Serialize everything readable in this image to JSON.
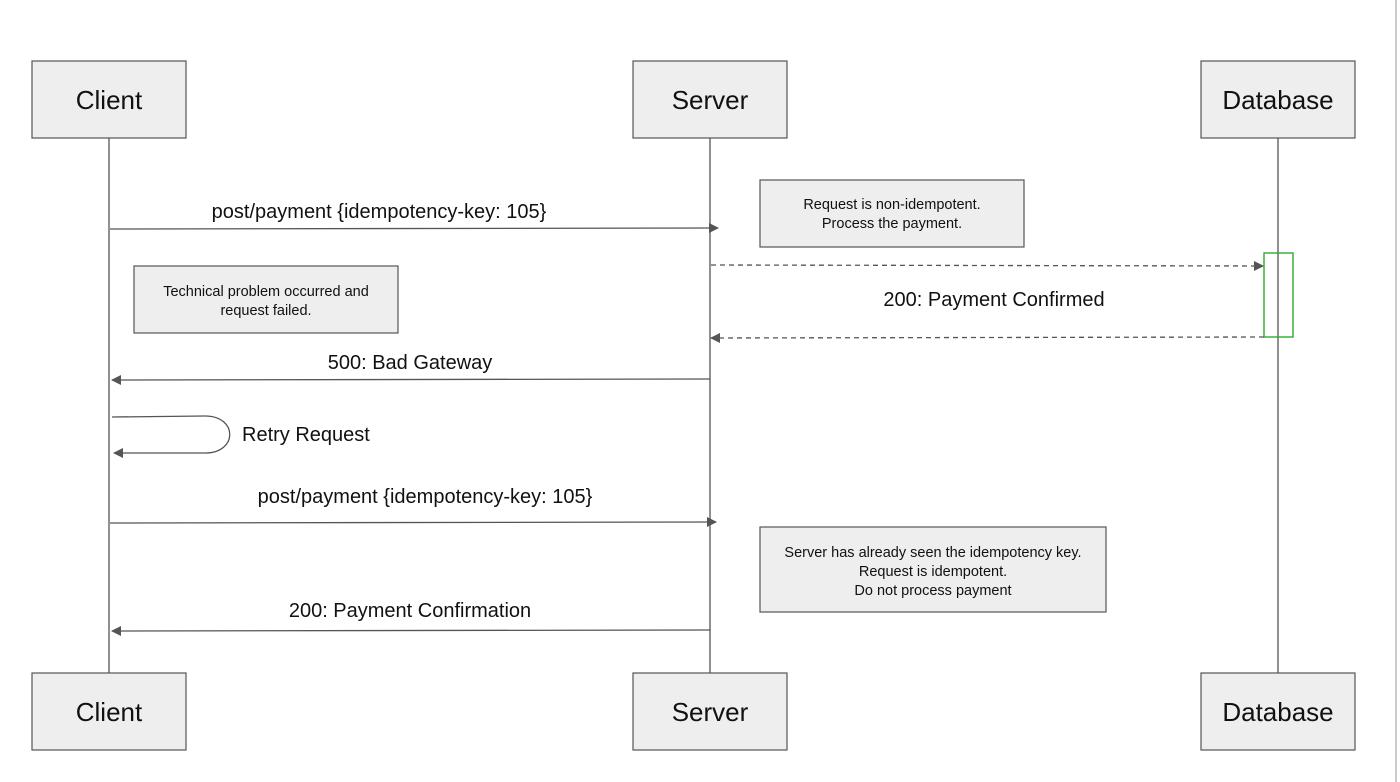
{
  "actors": {
    "client": "Client",
    "server": "Server",
    "database": "Database"
  },
  "messages": {
    "post_payment_1": "post/payment {idempotency-key: 105}",
    "payment_confirmed": "200: Payment Confirmed",
    "bad_gateway": "500: Bad Gateway",
    "retry_request": "Retry Request",
    "post_payment_2": "post/payment {idempotency-key: 105}",
    "payment_confirmation": "200: Payment Confirmation"
  },
  "notes": {
    "non_idempotent": [
      "Request is non-idempotent.",
      "Process the payment."
    ],
    "technical_problem": [
      "Technical problem occurred and",
      "request failed."
    ],
    "already_seen": [
      "Server has already seen the idempotency key.",
      "Request is idempotent.",
      "Do not process payment"
    ]
  },
  "colors": {
    "activation": "#2eaa2e",
    "lines": "#555555",
    "box_fill": "#eeeeee"
  }
}
